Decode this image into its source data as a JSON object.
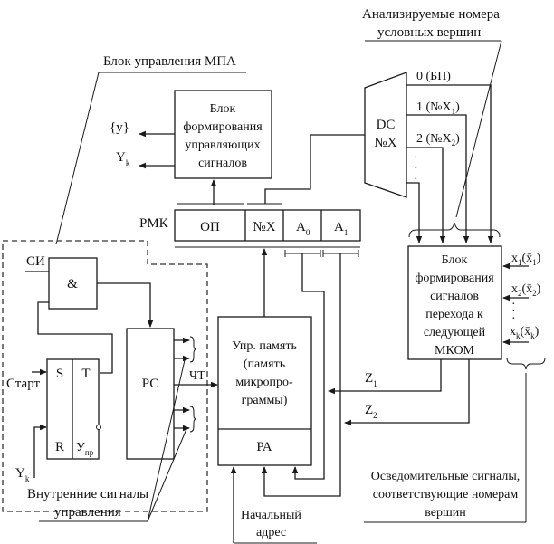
{
  "title_mpa": "Блок управления МПА",
  "title_analyzed": [
    "Анализируемые номера",
    "условных вершин"
  ],
  "block_signals": [
    "Блок",
    "формирования",
    "управляющих",
    "сигналов"
  ],
  "out_y_set": "{y}",
  "out_yk": "Y",
  "out_yk_sub": "k",
  "dc": {
    "line1": "DC",
    "line2": "№X",
    "outputs": [
      "0 (БП)",
      "1 (№X",
      "2 (№X"
    ],
    "out_subs": [
      "1",
      "2"
    ],
    "out_close": ")"
  },
  "rmk": {
    "label": "РМК",
    "fields": [
      "ОП",
      "№X",
      "A",
      "A"
    ],
    "field_subs": [
      "",
      "",
      "0",
      "1"
    ]
  },
  "block_transition": [
    "Блок",
    "формирования",
    "сигналов",
    "перехода к",
    "следующей",
    "МКОМ"
  ],
  "inputs_x": [
    {
      "main": "x",
      "sub": "1",
      "paren": "(x̄",
      "psub": "1",
      "close": ")"
    },
    {
      "main": "x",
      "sub": "2",
      "paren": "(x̄",
      "psub": "2",
      "close": ")"
    },
    {
      "main": "x",
      "sub": "k",
      "paren": "(x̄",
      "psub": "k",
      "close": ")"
    }
  ],
  "control": {
    "si": "СИ",
    "and": "&",
    "start": "Старт",
    "s": "S",
    "t": "T",
    "r": "R",
    "upr": "У",
    "upr_sub": "пр",
    "yk": "Y",
    "yk_sub": "k",
    "rc": "РС",
    "cht": "ЧТ"
  },
  "memory": {
    "lines": [
      "Упр. память",
      "(память",
      "микропро-",
      "граммы)"
    ],
    "ra": "РА"
  },
  "z1": "Z",
  "z1_sub": "1",
  "z2": "Z",
  "z2_sub": "2",
  "internal_signals": [
    "Внутренние сигналы",
    "управления"
  ],
  "start_address": [
    "Начальный",
    "адрес"
  ],
  "info_signals": [
    "Осведомительные сигналы,",
    "соответствующие номерам",
    "вершин"
  ]
}
